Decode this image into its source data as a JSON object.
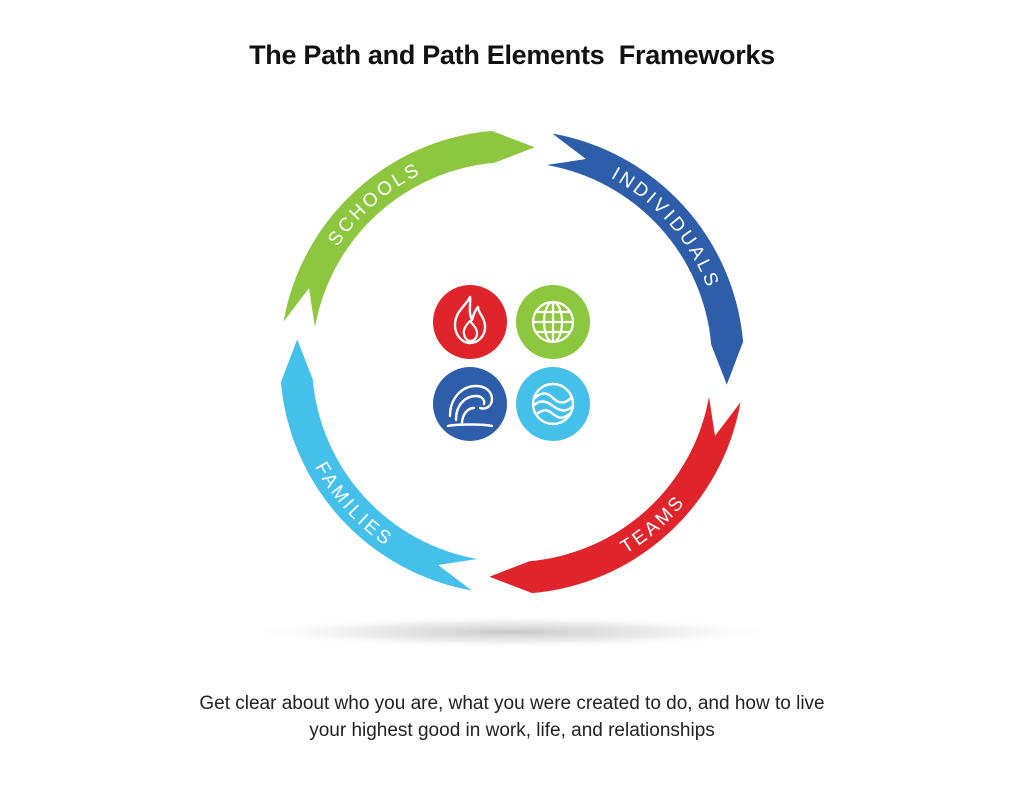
{
  "title": "The Path and Path Elements  Frameworks",
  "segments": [
    {
      "label": "INDIVIDUALS",
      "color": "#2E5DAA"
    },
    {
      "label": "TEAMS",
      "color": "#E0242B"
    },
    {
      "label": "FAMILIES",
      "color": "#45C0EA"
    },
    {
      "label": "SCHOOLS",
      "color": "#8DC63F"
    }
  ],
  "elements": [
    {
      "name": "fire",
      "color": "#E0242B"
    },
    {
      "name": "earth",
      "color": "#8DC63F"
    },
    {
      "name": "water",
      "color": "#2E5DAA"
    },
    {
      "name": "air",
      "color": "#45C0EA"
    }
  ],
  "caption": {
    "line1": "Get clear about who you are, what you were created to do, and how to live",
    "line2": "your highest good in work, life, and relationships"
  }
}
